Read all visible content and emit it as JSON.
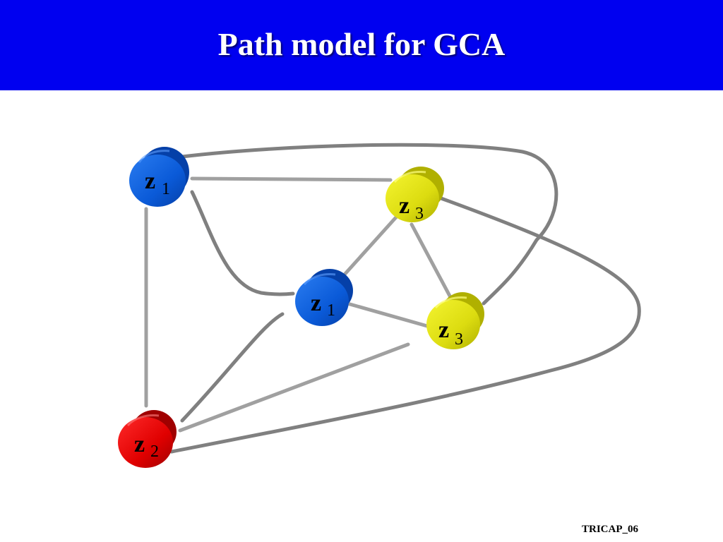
{
  "title": "Path model for GCA",
  "footer": "TRICAP_06",
  "colors": {
    "title_bar": "#0000f0",
    "blue_node": "#0a5ad8",
    "yellow_node": "#e0e010",
    "red_node": "#e00000",
    "edge": "#8a8a8a"
  },
  "nodes": [
    {
      "id": "z1_outer",
      "letter": "z",
      "sub": "1",
      "color": "blue"
    },
    {
      "id": "z3_upper",
      "letter": "z",
      "sub": "3",
      "color": "yellow"
    },
    {
      "id": "z1_inner",
      "letter": "z",
      "sub": "1",
      "color": "blue"
    },
    {
      "id": "z3_lower",
      "letter": "z",
      "sub": "3",
      "color": "yellow"
    },
    {
      "id": "z2",
      "letter": "z",
      "sub": "2",
      "color": "red"
    }
  ]
}
